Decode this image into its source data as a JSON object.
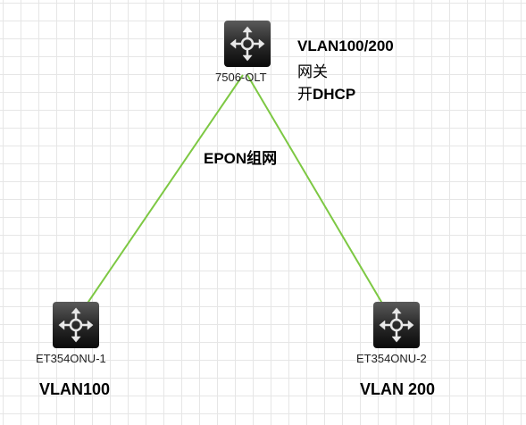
{
  "diagram": {
    "link_color": "#7dc843",
    "devices": {
      "olt": {
        "label": "7506-OLT",
        "icon": "network-switch-icon"
      },
      "onu1": {
        "label": "ET354ONU-1",
        "icon": "network-switch-icon"
      },
      "onu2": {
        "label": "ET354ONU-2",
        "icon": "network-switch-icon"
      }
    },
    "olt_notes": {
      "line1": "VLAN100/200",
      "line2": "网关",
      "line3_prefix": "开",
      "line3_bold": "DHCP"
    },
    "network_label": "EPON组网",
    "vlan_labels": {
      "onu1": "VLAN100",
      "onu2": "VLAN 200"
    }
  }
}
